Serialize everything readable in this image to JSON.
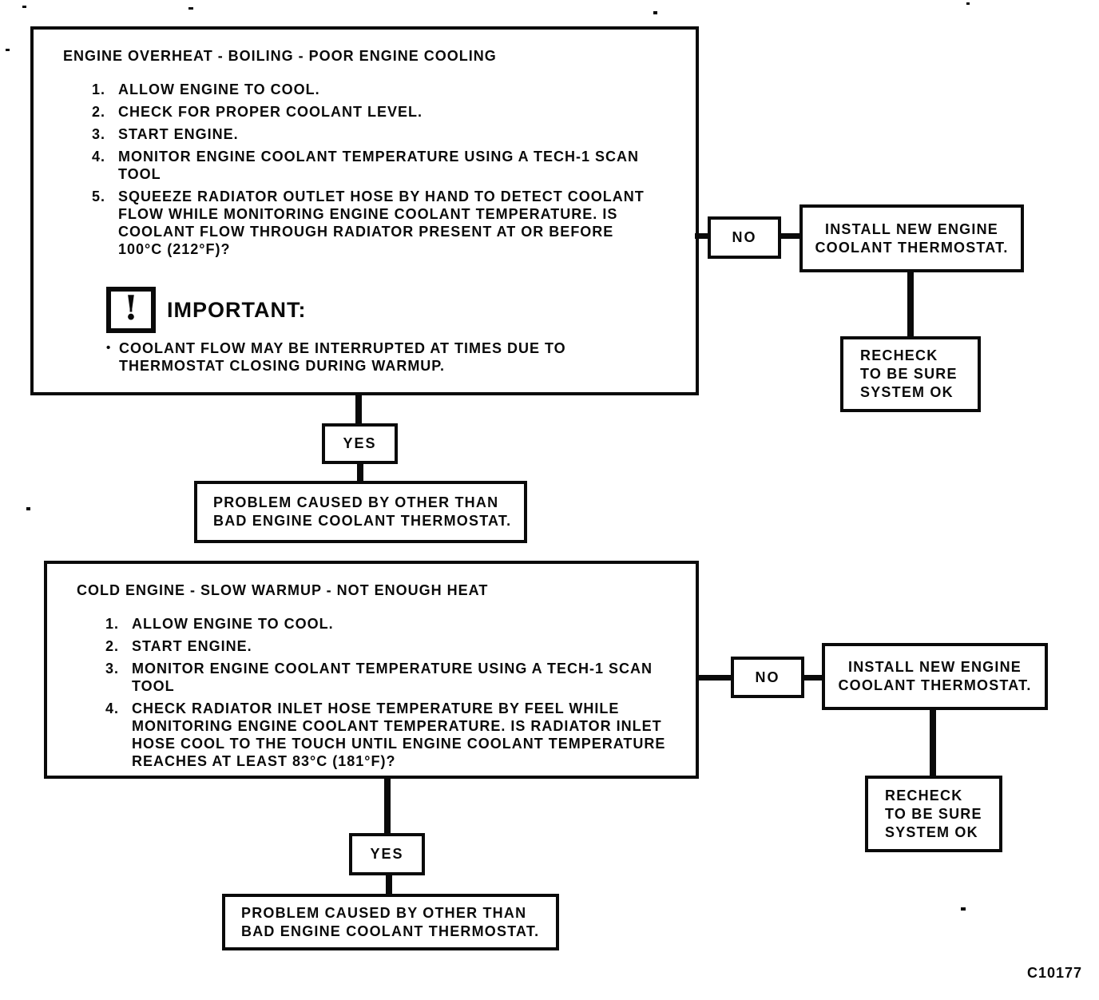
{
  "figure_code": "C10177",
  "colors": {
    "ink": "#0a0a0a",
    "paper": "#ffffff"
  },
  "sections": [
    {
      "title": "ENGINE OVERHEAT - BOILING - POOR ENGINE COOLING",
      "steps": [
        {
          "num": "1.",
          "text": "ALLOW ENGINE TO COOL."
        },
        {
          "num": "2.",
          "text": "CHECK FOR PROPER COOLANT LEVEL."
        },
        {
          "num": "3.",
          "text": "START ENGINE."
        },
        {
          "num": "4.",
          "text": "MONITOR ENGINE COOLANT TEMPERATURE USING A TECH-1 SCAN\nTOOL"
        },
        {
          "num": "5.",
          "text": "SQUEEZE RADIATOR OUTLET HOSE BY HAND TO DETECT COOLANT\nFLOW WHILE MONITORING ENGINE COOLANT TEMPERATURE. IS\nCOOLANT FLOW THROUGH RADIATOR PRESENT AT OR BEFORE\n100°C (212°F)?"
        }
      ],
      "important": {
        "icon_glyph": "!",
        "label": "IMPORTANT:",
        "bullet": "•",
        "note": "COOLANT FLOW MAY BE INTERRUPTED AT TIMES DUE TO\nTHERMOSTAT CLOSING DURING WARMUP."
      },
      "no_label": "NO",
      "yes_label": "YES",
      "install_text": "INSTALL NEW ENGINE\nCOOLANT THERMOSTAT.",
      "recheck_text": "RECHECK\nTO BE SURE\nSYSTEM OK",
      "problem_text": "PROBLEM CAUSED BY OTHER THAN\nBAD ENGINE COOLANT THERMOSTAT."
    },
    {
      "title": "COLD ENGINE - SLOW WARMUP - NOT ENOUGH HEAT",
      "steps": [
        {
          "num": "1.",
          "text": "ALLOW ENGINE TO COOL."
        },
        {
          "num": "2.",
          "text": "START ENGINE."
        },
        {
          "num": "3.",
          "text": "MONITOR ENGINE COOLANT TEMPERATURE USING A TECH-1 SCAN\nTOOL"
        },
        {
          "num": "4.",
          "text": "CHECK RADIATOR INLET HOSE TEMPERATURE BY FEEL WHILE\nMONITORING ENGINE COOLANT TEMPERATURE. IS RADIATOR INLET\nHOSE COOL TO THE TOUCH UNTIL ENGINE COOLANT TEMPERATURE\nREACHES AT LEAST 83°C (181°F)?"
        }
      ],
      "no_label": "NO",
      "yes_label": "YES",
      "install_text": "INSTALL NEW ENGINE\nCOOLANT THERMOSTAT.",
      "recheck_text": "RECHECK\nTO BE SURE\nSYSTEM OK",
      "problem_text": "PROBLEM CAUSED BY OTHER THAN\nBAD ENGINE COOLANT THERMOSTAT."
    }
  ]
}
